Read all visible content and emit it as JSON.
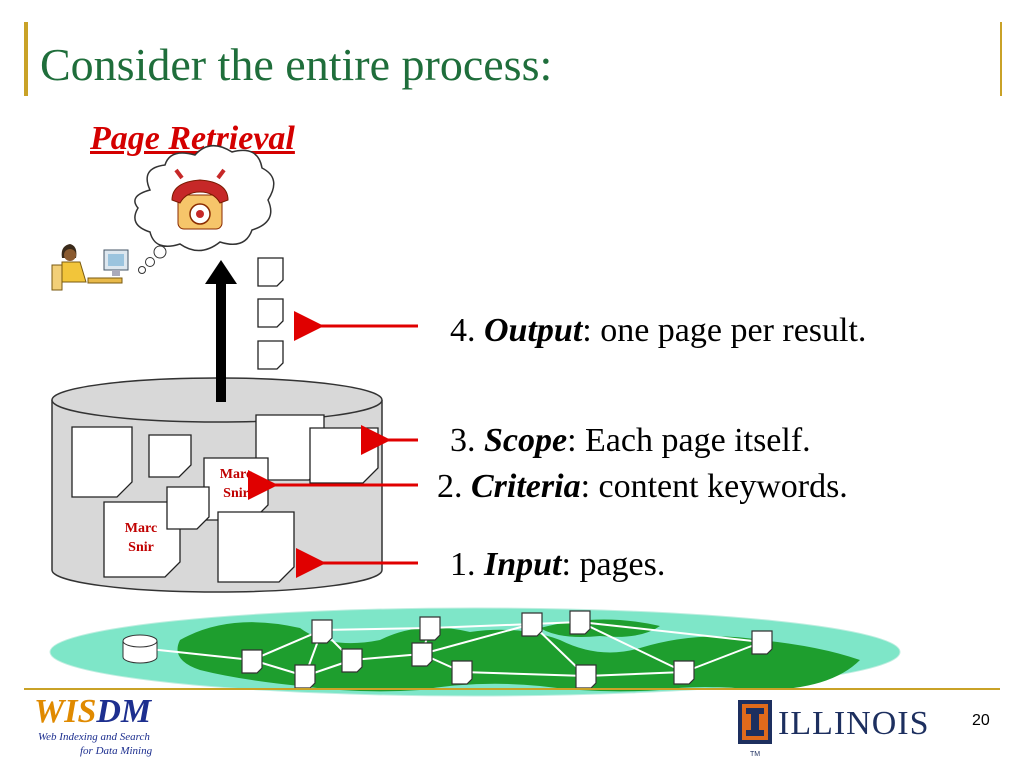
{
  "slide": {
    "title": "Consider the entire process:",
    "subtitle": "Page Retrieval",
    "page_number": "20"
  },
  "steps": [
    {
      "num": "4. ",
      "keyword": "Output",
      "rest": ": one page per result."
    },
    {
      "num": "3. ",
      "keyword": "Scope",
      "rest": ": Each page itself."
    },
    {
      "num": "2. ",
      "keyword": "Criteria",
      "rest": ": content keywords."
    },
    {
      "num": "1. ",
      "keyword": "Input",
      "rest": ": pages."
    }
  ],
  "documents": {
    "marc_snir_1": {
      "line1": "Marc",
      "line2": "Snir"
    },
    "marc_snir_2": {
      "line1": "Marc",
      "line2": "Snir"
    }
  },
  "footer": {
    "wisdm_part1": "WIS",
    "wisdm_part2": "DM",
    "wisdm_line1": "Web Indexing and Search",
    "wisdm_line2": "for Data Mining",
    "illinois": "ILLINOIS",
    "tm": "TM"
  },
  "colors": {
    "title": "#1f6e3b",
    "subtitle": "#d40000",
    "arrow": "#e00000",
    "accent_bar": "#c9a227",
    "web_fill": "#7ee6c8",
    "land_fill": "#1e9e2e",
    "illinois_orange": "#e06a1b",
    "illinois_blue": "#1d2f5f"
  },
  "icons": [
    "thought-bubble-icon",
    "telephone-icon",
    "user-at-computer-icon",
    "database-cylinder-icon",
    "document-icon",
    "globe-web-icon",
    "illinois-logo-icon"
  ]
}
